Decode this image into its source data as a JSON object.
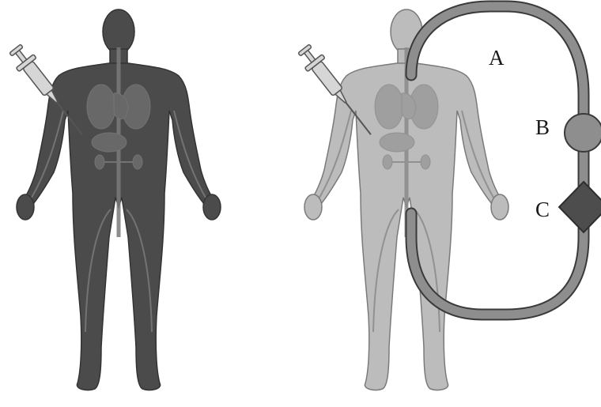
{
  "labels": {
    "a": "A",
    "b": "B",
    "c": "C"
  },
  "figures": [
    {
      "id": "body-dark",
      "body_color": "#4b4b4b",
      "organ_color": "#6e6e6e"
    },
    {
      "id": "body-light",
      "body_color": "#bcbcbc",
      "organ_color": "#9a9a9a"
    }
  ],
  "colors": {
    "tube": "#8e8e8e",
    "tube_outline": "#3a3a3a",
    "pump_b": "#8e8e8e",
    "device_c": "#4d4d4d",
    "syringe": "#d6d6d6"
  }
}
